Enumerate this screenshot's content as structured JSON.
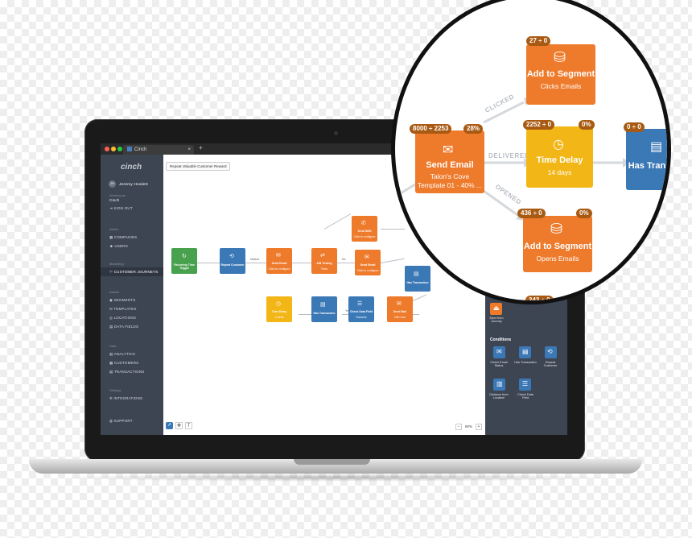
{
  "browser": {
    "tab_title": "Cinch",
    "new_tab": "+",
    "close": "×"
  },
  "sidebar": {
    "logo": "cinch",
    "user_name": "Jeremy Howlett",
    "user_initials": "JH",
    "working_as_label": "Working as",
    "working_as_value": "Cinch",
    "sign_out": "SIGN OUT",
    "sections": [
      {
        "title": "Admin",
        "items": [
          "COMPANIES",
          "USERS"
        ]
      },
      {
        "title": "Marketing",
        "items": [
          "CUSTOMER JOURNEYS"
        ]
      },
      {
        "title": "Assets",
        "items": [
          "SEGMENTS",
          "TEMPLATES",
          "LOCATIONS",
          "DATA FIELDS"
        ]
      },
      {
        "title": "Data",
        "items": [
          "ANALYTICS",
          "CUSTOMERS",
          "TRANSACTIONS"
        ]
      },
      {
        "title": "Settings",
        "items": [
          "INTEGRATIONS"
        ]
      }
    ],
    "support": "SUPPORT"
  },
  "canvas": {
    "journey_name": "Repeat Valuable Customer Reward",
    "zoom": "80%",
    "zoom_minus": "−",
    "zoom_plus": "+",
    "nodes": {
      "trigger": "Recurring Time Trigger",
      "repeat": "Repeat Customer",
      "send1": "Send Email",
      "send1_sub": "Click to configure",
      "ab": "A/B Testing",
      "ab_sub": "Tests",
      "sms": "Send SMS",
      "sms_sub": "Click to configure",
      "send2": "Send Email",
      "send2_sub": "Click to configure",
      "hastx1": "Has Transaction",
      "hastx2": "Has Transaction",
      "delay": "Time Delay",
      "delay_sub": "1 week",
      "checkfield": "Check Data Field",
      "checkfield_sub": "Success",
      "send3": "Send Mail",
      "send3_sub": "Gift Card"
    },
    "edge_labels": {
      "mailout": "Mailout",
      "yes": "Yes",
      "no": "No"
    }
  },
  "right_panel": {
    "eject": "Eject from Journey",
    "conditions_title": "Conditions",
    "conditions": [
      "Check Email Status",
      "Has Transaction",
      "Repeat Customer",
      "Distance from Location",
      "Check Data Field"
    ]
  },
  "magnifier": {
    "send_email": {
      "stats": "8000 ÷ 2253",
      "pct": "28%",
      "title": "Send Email",
      "sub1": "Talon's Cove",
      "sub2": "Template 01 - 40% ..."
    },
    "add_clicks": {
      "stats": "27 ÷ 0",
      "title": "Add to Segment",
      "sub": "Clicks Emails"
    },
    "time_delay": {
      "stats": "2252 ÷ 0",
      "pct": "0%",
      "title": "Time Delay",
      "sub": "14 days"
    },
    "has_trans": {
      "stats": "0 ÷ 0",
      "title": "Has Trans"
    },
    "add_opens": {
      "stats": "436 ÷ 0",
      "pct": "0%",
      "title": "Add to Segment",
      "sub": "Opens Emails"
    },
    "bottom": {
      "stats": "243 ÷ 0"
    },
    "labels": {
      "clicked": "CLICKED",
      "delivered": "DELIVERED",
      "opened": "OPENED"
    }
  },
  "colors": {
    "orange": "#ee7a2b",
    "blue": "#3b78b6",
    "yellow": "#f2b617",
    "green": "#48a14d",
    "sidebar": "#3d4552"
  }
}
